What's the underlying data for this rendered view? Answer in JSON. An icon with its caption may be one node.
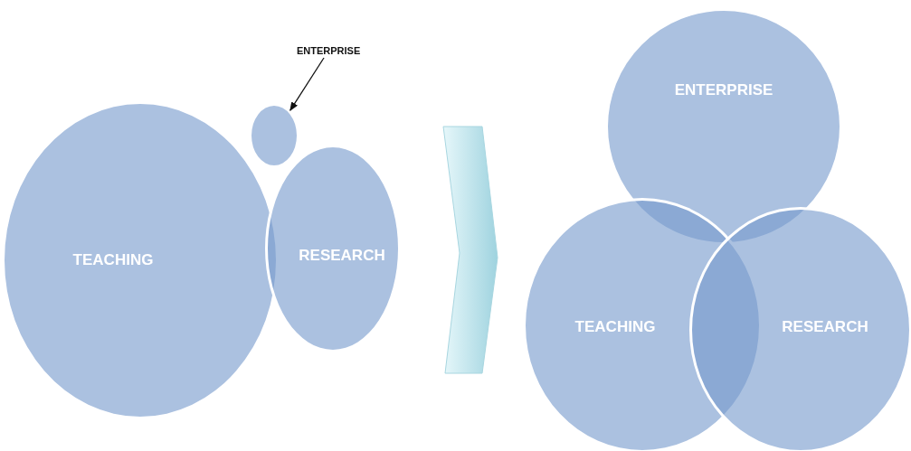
{
  "diagram": {
    "nodes": [
      {
        "text": [
          "ENTERPRISE"
        ]
      },
      {
        "text": [],
        "shape": "circle"
      },
      {
        "text": [
          "TEACHING"
        ]
      },
      {
        "text": [
          "RESEARCH"
        ]
      },
      {
        "text": [
          "ENTERPRISE"
        ]
      },
      {
        "text": [
          "TEACHING"
        ]
      },
      {
        "text": [
          "RESEARCH"
        ]
      }
    ],
    "edges": [
      {
        "from": 0,
        "to": 1,
        "arrow": "to"
      }
    ]
  }
}
